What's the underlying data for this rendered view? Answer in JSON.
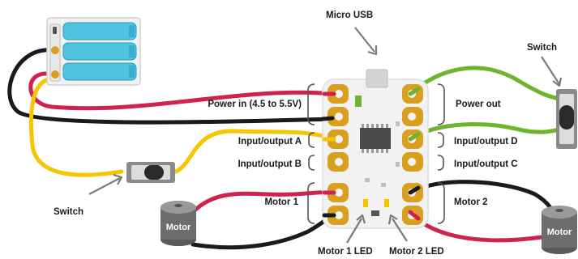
{
  "labels": {
    "micro_usb": "Micro USB",
    "power_in": "Power in (4.5 to 5.5V)",
    "power_out": "Power out",
    "io_a": "Input/output A",
    "io_b": "Input/output B",
    "io_c": "Input/output C",
    "io_d": "Input/output D",
    "motor1_port": "Motor 1",
    "motor2_port": "Motor 2",
    "motor1_led": "Motor 1 LED",
    "motor2_led": "Motor 2 LED",
    "switch_left": "Switch",
    "switch_right": "Switch",
    "motor_left": "Motor",
    "motor_right": "Motor"
  },
  "icons": {
    "battery": "battery-pack-icon",
    "switch": "slide-switch-icon",
    "motor": "dc-motor-icon",
    "board": "controller-board-icon",
    "usb": "micro-usb-port-icon"
  },
  "colors": {
    "wire_red": "#d0224f",
    "wire_black": "#1a1a1a",
    "wire_yellow": "#f7c600",
    "wire_green": "#6cb52d",
    "pad_gold": "#d9a020",
    "battery_cell": "#4fc3e0",
    "board": "#f2f2f2",
    "motor_body": "#6d6d6d",
    "led": "#f6c200"
  }
}
